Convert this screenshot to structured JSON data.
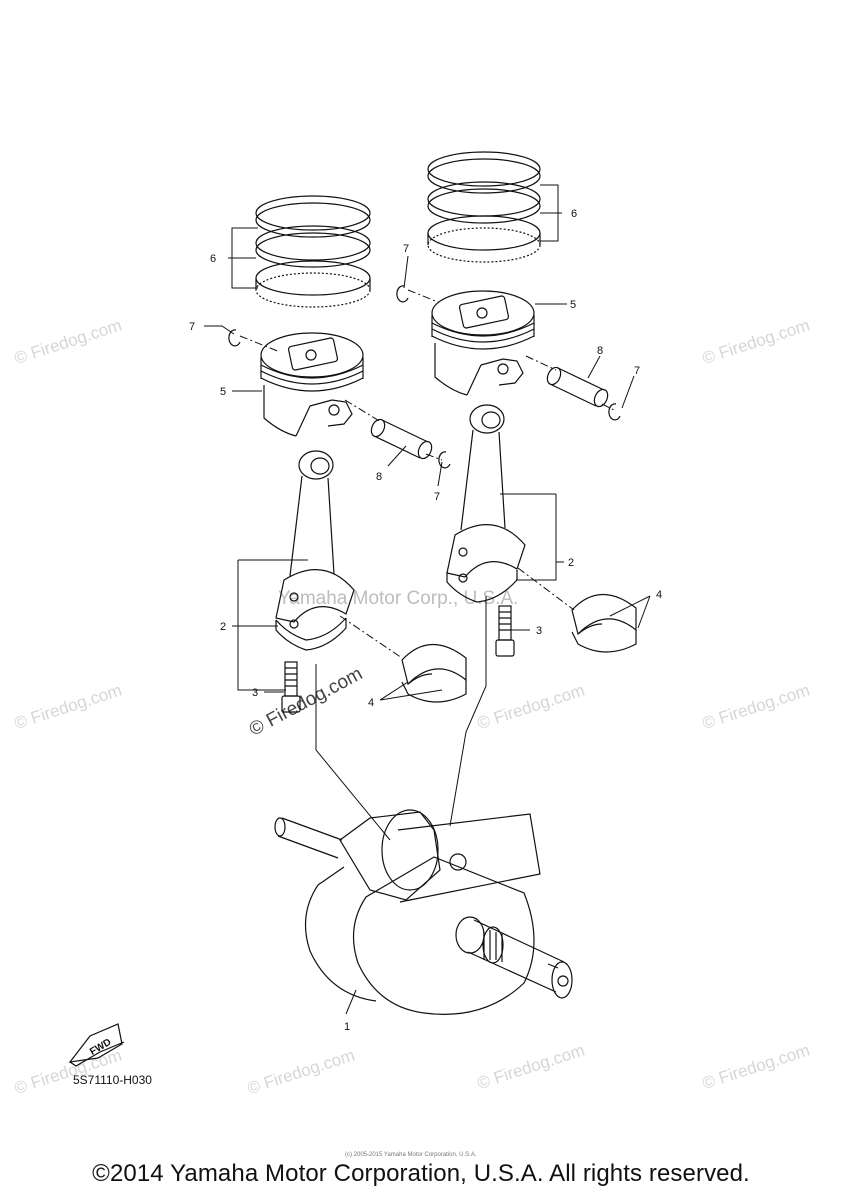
{
  "watermarks": {
    "site": "© Firedog.com",
    "maker": "Yamaha Motor Corp., U.S.A.",
    "logo": "© Firedog.com"
  },
  "callouts": {
    "crankshaft": "1",
    "connecting_rod": "2",
    "bolt": "3",
    "bearing": "4",
    "piston": "5",
    "piston_ring_set": "6",
    "circlip": "7",
    "piston_pin": "8"
  },
  "diagram_code": "5S71110-H030",
  "fwd_label": "FWD",
  "fine_print": "(c) 2005-2015 Yamaha Motor Corporation, U.S.A.",
  "copyright": "©2014 Yamaha Motor Corporation, U.S.A. All rights reserved.",
  "colors": {
    "ink": "#111111",
    "watermark": "#d6d6d6"
  }
}
